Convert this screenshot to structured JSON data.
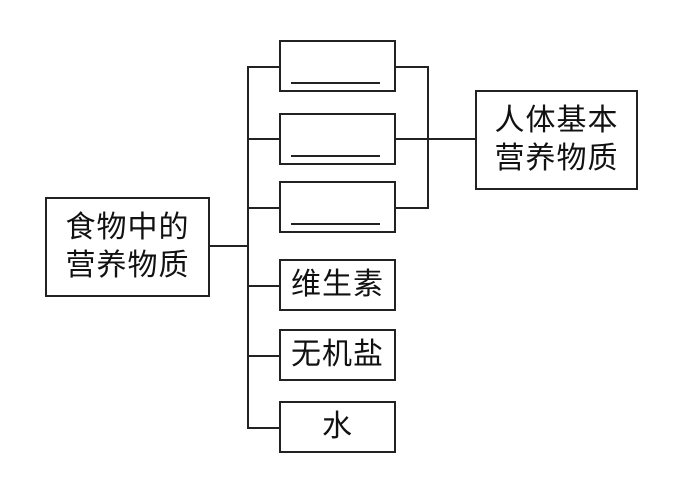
{
  "source_box": {
    "label": "食物中的\n营养物质"
  },
  "target_box": {
    "label": "人体基本\n营养物质"
  },
  "nutrient_boxes": [
    {
      "label": "",
      "blank": true
    },
    {
      "label": "",
      "blank": true
    },
    {
      "label": "",
      "blank": true
    },
    {
      "label": "维生素",
      "blank": false
    },
    {
      "label": "无机盐",
      "blank": false
    },
    {
      "label": "水",
      "blank": false
    }
  ]
}
